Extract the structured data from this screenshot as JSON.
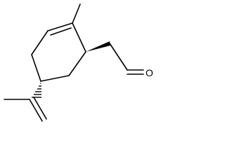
{
  "molecule": {
    "atoms": [
      {
        "id": "oxygen",
        "element": "O",
        "label": "O",
        "show_label": true
      }
    ],
    "colors": {
      "bond": "#000000",
      "label": "#000000",
      "background": "#ffffff"
    }
  }
}
